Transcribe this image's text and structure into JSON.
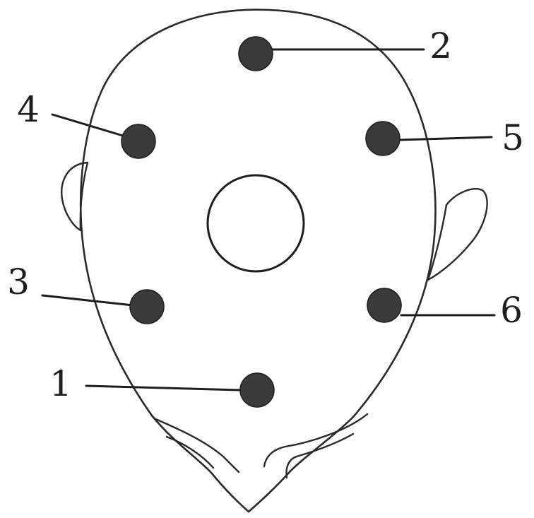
{
  "colors": {
    "background": "#ffffff",
    "outline": "#2a2a2a",
    "marker": "#3a3a3a"
  },
  "electrodes": [
    {
      "label": "1"
    },
    {
      "label": "2"
    },
    {
      "label": "3"
    },
    {
      "label": "4"
    },
    {
      "label": "5"
    },
    {
      "label": "6"
    }
  ]
}
